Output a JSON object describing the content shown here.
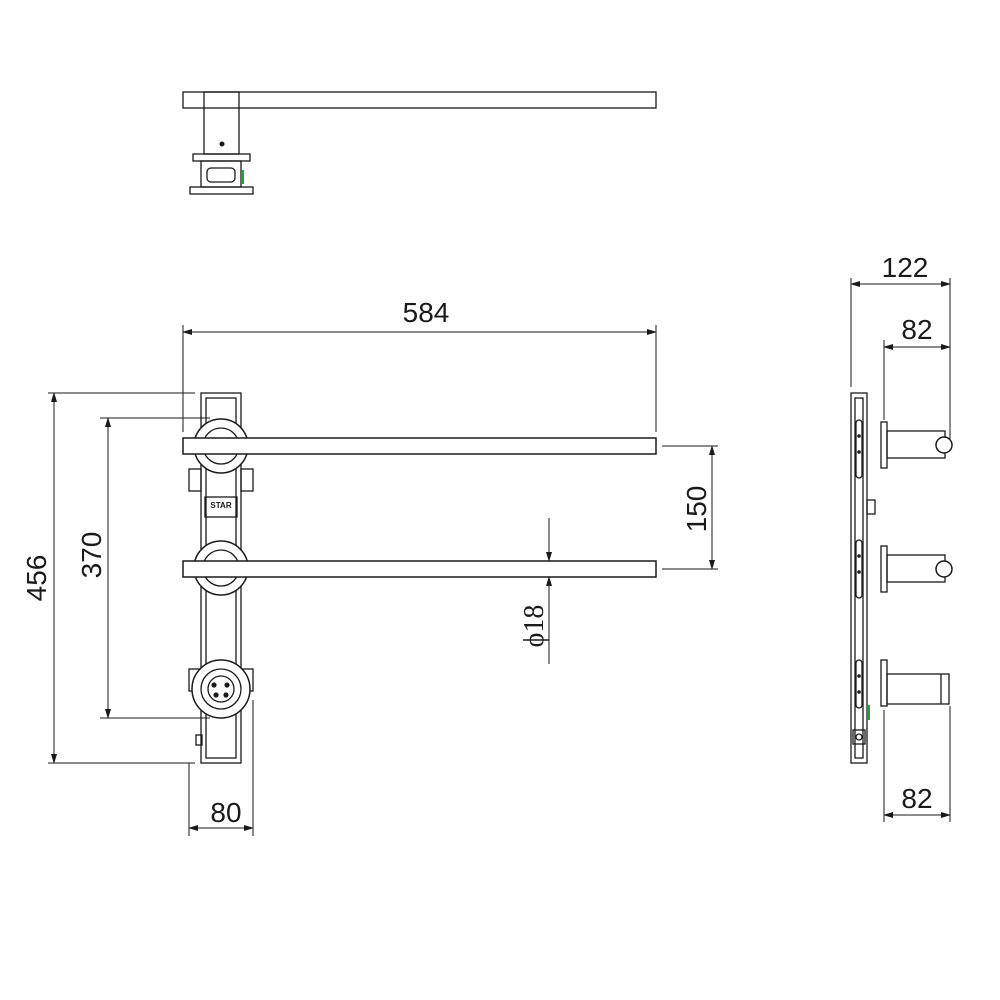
{
  "dimensions": {
    "overall_width": "584",
    "bar_spacing": "150",
    "bar_diameter": "ϕ18",
    "overall_height": "456",
    "inner_height": "370",
    "valve_width": "80",
    "side_depth_total": "122",
    "side_depth_top": "82",
    "side_depth_bottom": "82"
  },
  "valve_badge": "STAR",
  "colors": {
    "line": "#1a1a1a",
    "accent": "#2a9d3a"
  }
}
